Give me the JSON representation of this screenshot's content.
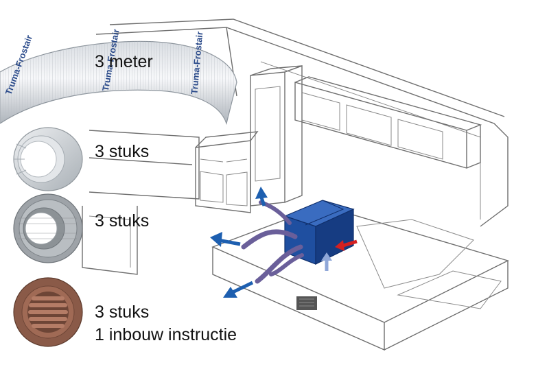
{
  "labels": {
    "hose": "3 meter",
    "ring_grey": "3 stuks",
    "ring_nut": "3 stuks",
    "vent_brown": "3 stuks",
    "instruction": "1 inbouw instructie"
  },
  "hose_print": "Truma-Frostair",
  "colors": {
    "heater_blue": "#1f4fa0",
    "duct_purple": "#6a5f9a",
    "arrow_blue": "#1d5fb0",
    "arrow_red": "#d42020",
    "vent_brown": "#8a5a48",
    "ring_grey": "#c9cfd4"
  }
}
